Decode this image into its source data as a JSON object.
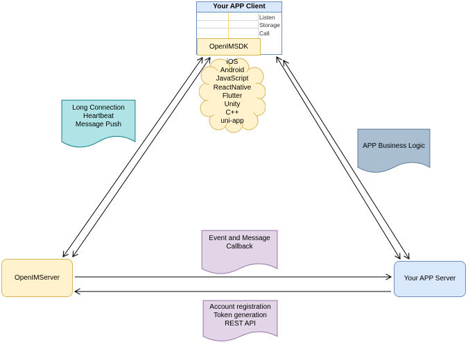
{
  "client": {
    "title": "Your APP Client",
    "rows": [
      "Listen",
      "Storage",
      "Call"
    ],
    "sdk_label": "OpenIMSDK"
  },
  "cloud": {
    "platforms": [
      "iOS",
      "Android",
      "JavaScript",
      "ReactNative",
      "Flutter",
      "Unity",
      "C++",
      "uni-app"
    ]
  },
  "notes": {
    "long_connection": "Long Connection\nHeartbeat\nMessage Push",
    "business_logic": "APP Business Logic",
    "callback": "Event and Message\nCallback",
    "rest_api": "Account registration\nToken generation\nREST API"
  },
  "servers": {
    "openim_label": "OpenIMServer",
    "app_label": "Your APP Server"
  },
  "colors": {
    "client_header_fill": "#dae8fc",
    "client_border": "#6c8ebf",
    "sdk_fill": "#fff2cc",
    "sdk_border": "#d6b656",
    "teal_fill": "#b0e3e6",
    "teal_border": "#0e8088",
    "gray_fill": "#a9bfd1",
    "gray_border": "#5c7a96",
    "purple_fill": "#e1d5e7",
    "purple_border": "#9673a6",
    "connector": "#000000"
  }
}
